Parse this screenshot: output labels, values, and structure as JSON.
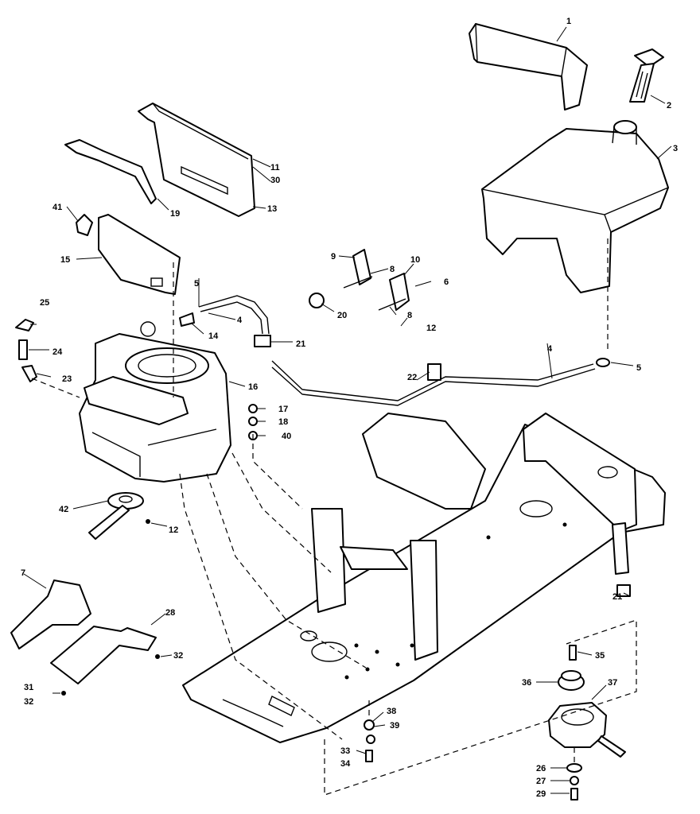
{
  "callouts": [
    "1",
    "2",
    "3",
    "11",
    "30",
    "13",
    "19",
    "41",
    "15",
    "9",
    "8",
    "10",
    "6",
    "5",
    "4",
    "20",
    "12",
    "25",
    "24",
    "23",
    "14",
    "21",
    "22",
    "16",
    "17",
    "18",
    "40",
    "42",
    "7",
    "28",
    "32",
    "31",
    "35",
    "36",
    "37",
    "38",
    "39",
    "33",
    "34",
    "26",
    "27",
    "29"
  ]
}
